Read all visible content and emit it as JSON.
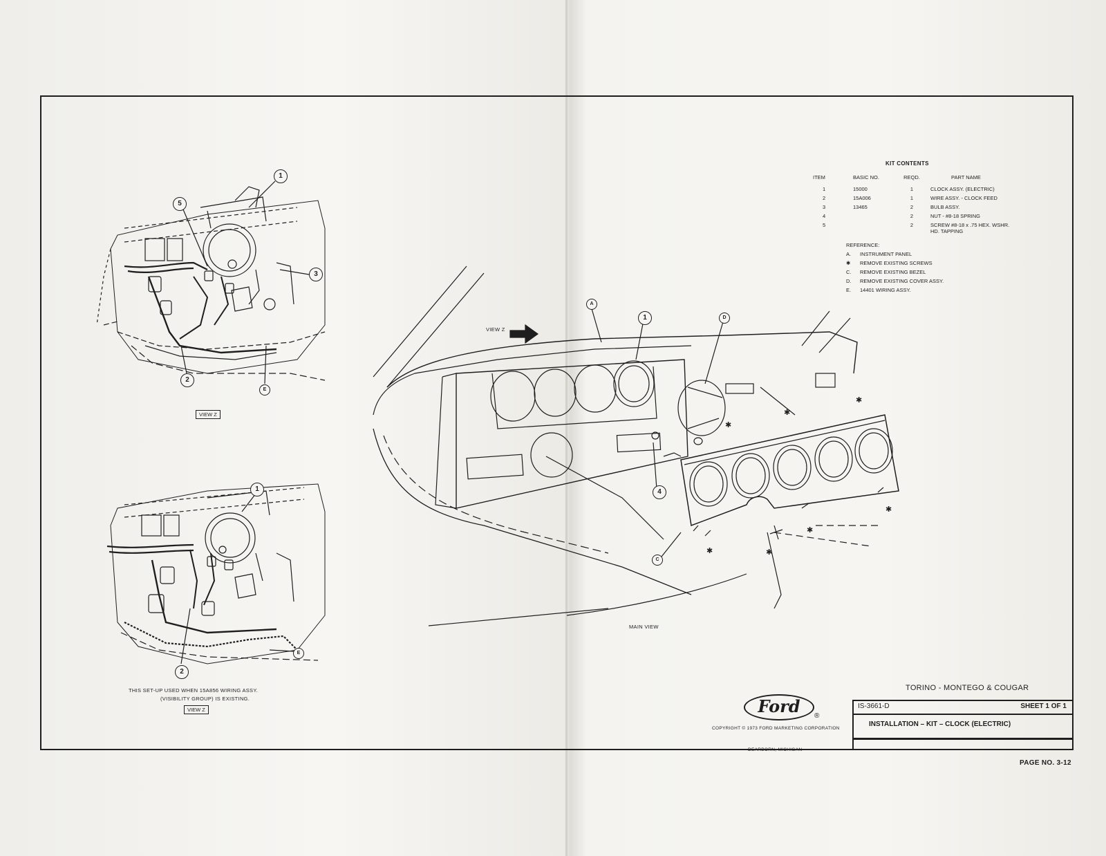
{
  "kit_contents": {
    "title": "KIT CONTENTS",
    "headers": [
      "ITEM",
      "BASIC NO.",
      "REQD.",
      "PART NAME"
    ],
    "rows": [
      {
        "item": "1",
        "basic_no": "15000",
        "reqd": "1",
        "part_name": "CLOCK ASSY. (ELECTRIC)"
      },
      {
        "item": "2",
        "basic_no": "15A006",
        "reqd": "1",
        "part_name": "WIRE ASSY. - CLOCK FEED"
      },
      {
        "item": "3",
        "basic_no": "13465",
        "reqd": "2",
        "part_name": "BULB ASSY."
      },
      {
        "item": "4",
        "basic_no": "",
        "reqd": "2",
        "part_name": "NUT - #8-18 SPRING"
      },
      {
        "item": "5",
        "basic_no": "",
        "reqd": "2",
        "part_name": "SCREW #8-18 x .75 HEX. WSHR.\nHD. TAPPING"
      }
    ]
  },
  "reference": {
    "title": "REFERENCE:",
    "items": [
      {
        "key": "A.",
        "text": "INSTRUMENT PANEL"
      },
      {
        "key": "✱",
        "text": "REMOVE EXISTING SCREWS"
      },
      {
        "key": "C.",
        "text": "REMOVE EXISTING BEZEL"
      },
      {
        "key": "D.",
        "text": "REMOVE EXISTING COVER ASSY."
      },
      {
        "key": "E.",
        "text": "14401 WIRING ASSY."
      }
    ]
  },
  "views": {
    "view_z_top": "VIEW Z",
    "view_z_bottom": "VIEW Z",
    "view_z_arrow": "VIEW Z",
    "main_view": "MAIN VIEW",
    "note_line1": "THIS SET-UP USED WHEN 15A856 WIRING ASSY.",
    "note_line2": "(VISIBILITY GROUP) IS EXISTING."
  },
  "callouts": {
    "one": "1",
    "two": "2",
    "three": "3",
    "four": "4",
    "five": "5",
    "a": "A",
    "c": "C",
    "d": "D",
    "e": "E",
    "star": "✱"
  },
  "title_block": {
    "vehicles": "TORINO - MONTEGO & COUGAR",
    "drawing_no": "IS-3661-D",
    "sheet": "SHEET 1 OF 1",
    "title": "INSTALLATION – KIT – CLOCK (ELECTRIC)",
    "page": "PAGE NO. 3-12"
  },
  "logo": {
    "brand": "Ford",
    "registered": "®",
    "copyright": "COPYRIGHT © 1973 FORD MARKETING CORPORATION",
    "location": "DEARBORN, MICHIGAN"
  }
}
